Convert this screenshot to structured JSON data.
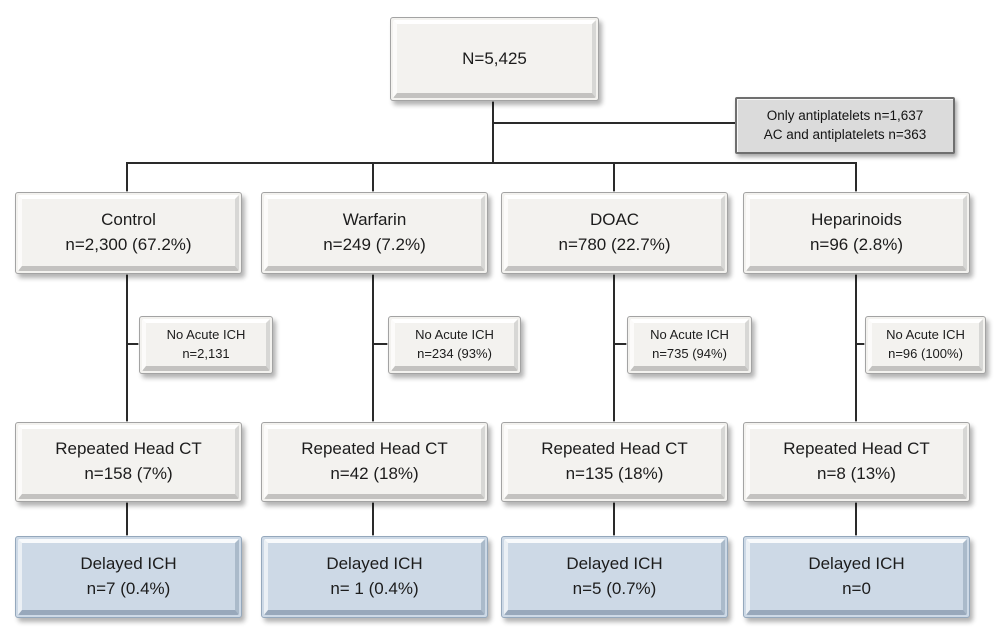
{
  "root": {
    "label": "N=5,425"
  },
  "exclusion_note": {
    "line1": "Only antiplatelets n=1,637",
    "line2": "AC and antiplatelets n=363"
  },
  "columns": [
    {
      "branch": {
        "name": "Control",
        "count": "n=2,300 (67.2%)"
      },
      "no_acute_ich": {
        "label": "No Acute ICH",
        "count": "n=2,131"
      },
      "repeated_ct": {
        "label": "Repeated Head CT",
        "count": "n=158 (7%)"
      },
      "delayed_ich": {
        "label": "Delayed ICH",
        "count": "n=7 (0.4%)"
      }
    },
    {
      "branch": {
        "name": "Warfarin",
        "count": "n=249 (7.2%)"
      },
      "no_acute_ich": {
        "label": "No Acute ICH",
        "count": "n=234 (93%)"
      },
      "repeated_ct": {
        "label": "Repeated Head CT",
        "count": "n=42 (18%)"
      },
      "delayed_ich": {
        "label": "Delayed ICH",
        "count": "n= 1 (0.4%)"
      }
    },
    {
      "branch": {
        "name": "DOAC",
        "count": "n=780 (22.7%)"
      },
      "no_acute_ich": {
        "label": "No Acute ICH",
        "count": "n=735 (94%)"
      },
      "repeated_ct": {
        "label": "Repeated Head CT",
        "count": "n=135 (18%)"
      },
      "delayed_ich": {
        "label": "Delayed ICH",
        "count": "n=5 (0.7%)"
      }
    },
    {
      "branch": {
        "name": "Heparinoids",
        "count": "n=96 (2.8%)"
      },
      "no_acute_ich": {
        "label": "No Acute ICH",
        "count": "n=96 (100%)"
      },
      "repeated_ct": {
        "label": "Repeated Head CT",
        "count": "n=8 (13%)"
      },
      "delayed_ich": {
        "label": "Delayed ICH",
        "count": "n=0"
      }
    }
  ],
  "colors": {
    "box_fill": "#f3f2ef",
    "delayed_ich_fill": "#cdd9e6",
    "note_fill": "#dbdbdb",
    "connector": "#2a2a2a"
  }
}
